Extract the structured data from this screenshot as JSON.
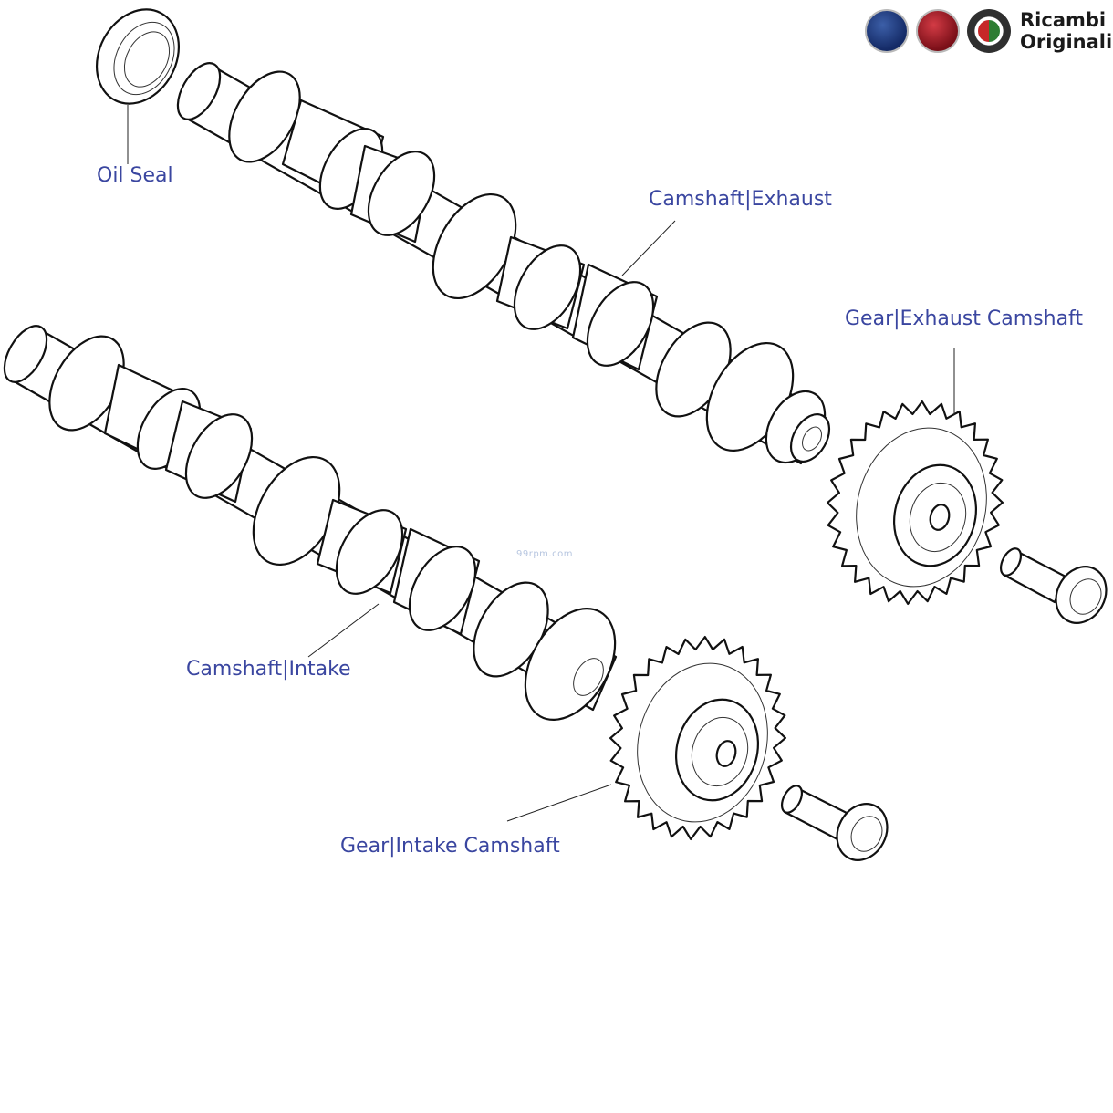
{
  "labels": {
    "oil_seal": "Oil Seal",
    "camshaft_exhaust": "Camshaft|Exhaust",
    "gear_exhaust": "Gear|Exhaust Camshaft",
    "camshaft_intake": "Camshaft|Intake",
    "gear_intake": "Gear|Intake Camshaft"
  },
  "brand": {
    "line1": "Ricambi",
    "line2": "Originali",
    "logos": [
      "lancia-badge",
      "fiat-badge",
      "alfa-romeo-badge"
    ]
  },
  "watermark": "99rpm.com",
  "colors": {
    "label": "#3a46a0",
    "line": "#111111"
  }
}
